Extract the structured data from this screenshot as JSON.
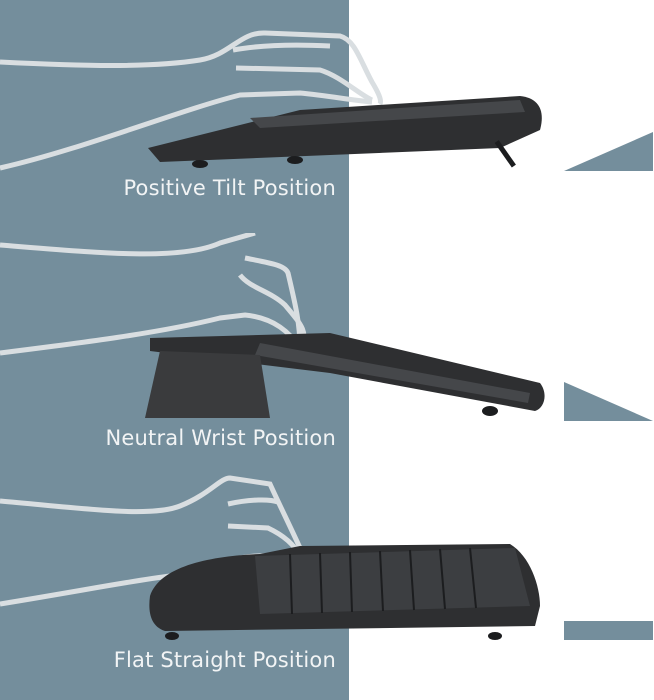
{
  "colors": {
    "panel": "#748e9c",
    "background": "#ffffff",
    "label_text": "#f2f4f5",
    "hand_outline": "#d9dee1",
    "keyboard": "#2e2f31",
    "indicator": "#748e9c"
  },
  "positions": [
    {
      "label": "Positive Tilt Position",
      "indicator": "rising-wedge-icon"
    },
    {
      "label": "Neutral Wrist Position",
      "indicator": "falling-wedge-icon"
    },
    {
      "label": "Flat Straight Position",
      "indicator": "flat-bar-icon"
    }
  ]
}
